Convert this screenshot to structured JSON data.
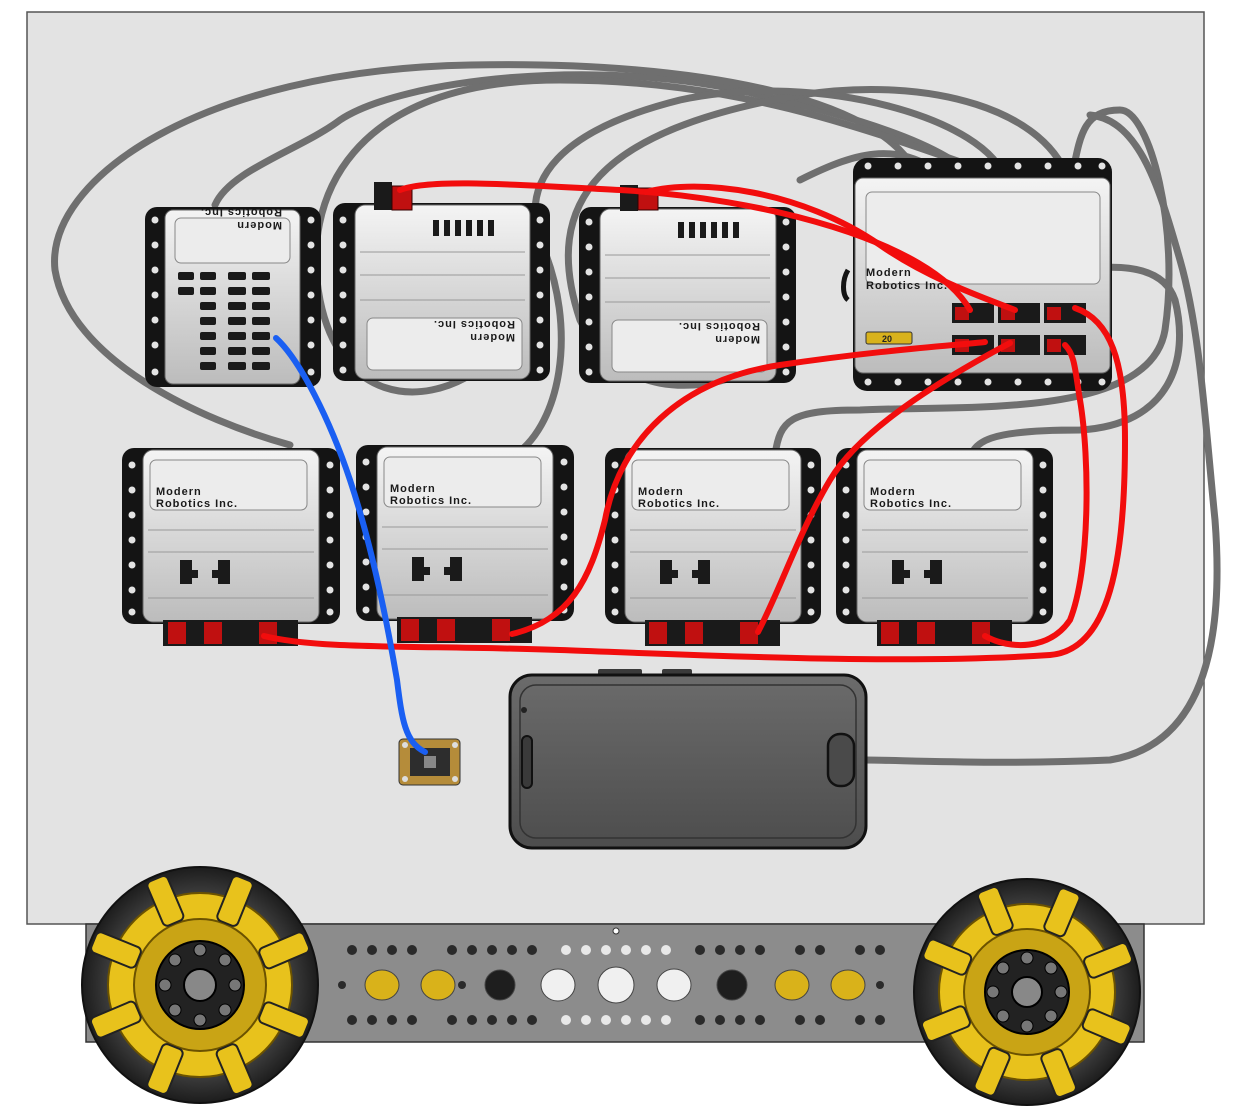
{
  "brand_line1": "Modern",
  "brand_line2": "Robotics Inc.",
  "brand_compact": "Modern Robotics Inc.",
  "fuse_label": "20",
  "modules": {
    "device_interface": {
      "kind": "device-interface"
    },
    "servo_controllers": [
      "servo-controller",
      "servo-controller"
    ],
    "power_distribution": {
      "kind": "power-distribution-module"
    },
    "motor_controllers": [
      "motor-controller",
      "motor-controller",
      "motor-controller",
      "motor-controller"
    ],
    "sensor": {
      "kind": "sensor-board"
    },
    "phone": {
      "kind": "robot-controller-phone"
    }
  },
  "wires": {
    "power": {
      "color": "#f20d0d"
    },
    "usb": {
      "color": "#6f6f6f"
    },
    "i2c": {
      "color": "#1a5ff2"
    }
  },
  "colors": {
    "panel": "#e3e3e3",
    "chassis": "#8a8a8a",
    "wheel_hub": "#e8c21c",
    "module_body": "#d9d9d9",
    "bracket": "#141414"
  }
}
